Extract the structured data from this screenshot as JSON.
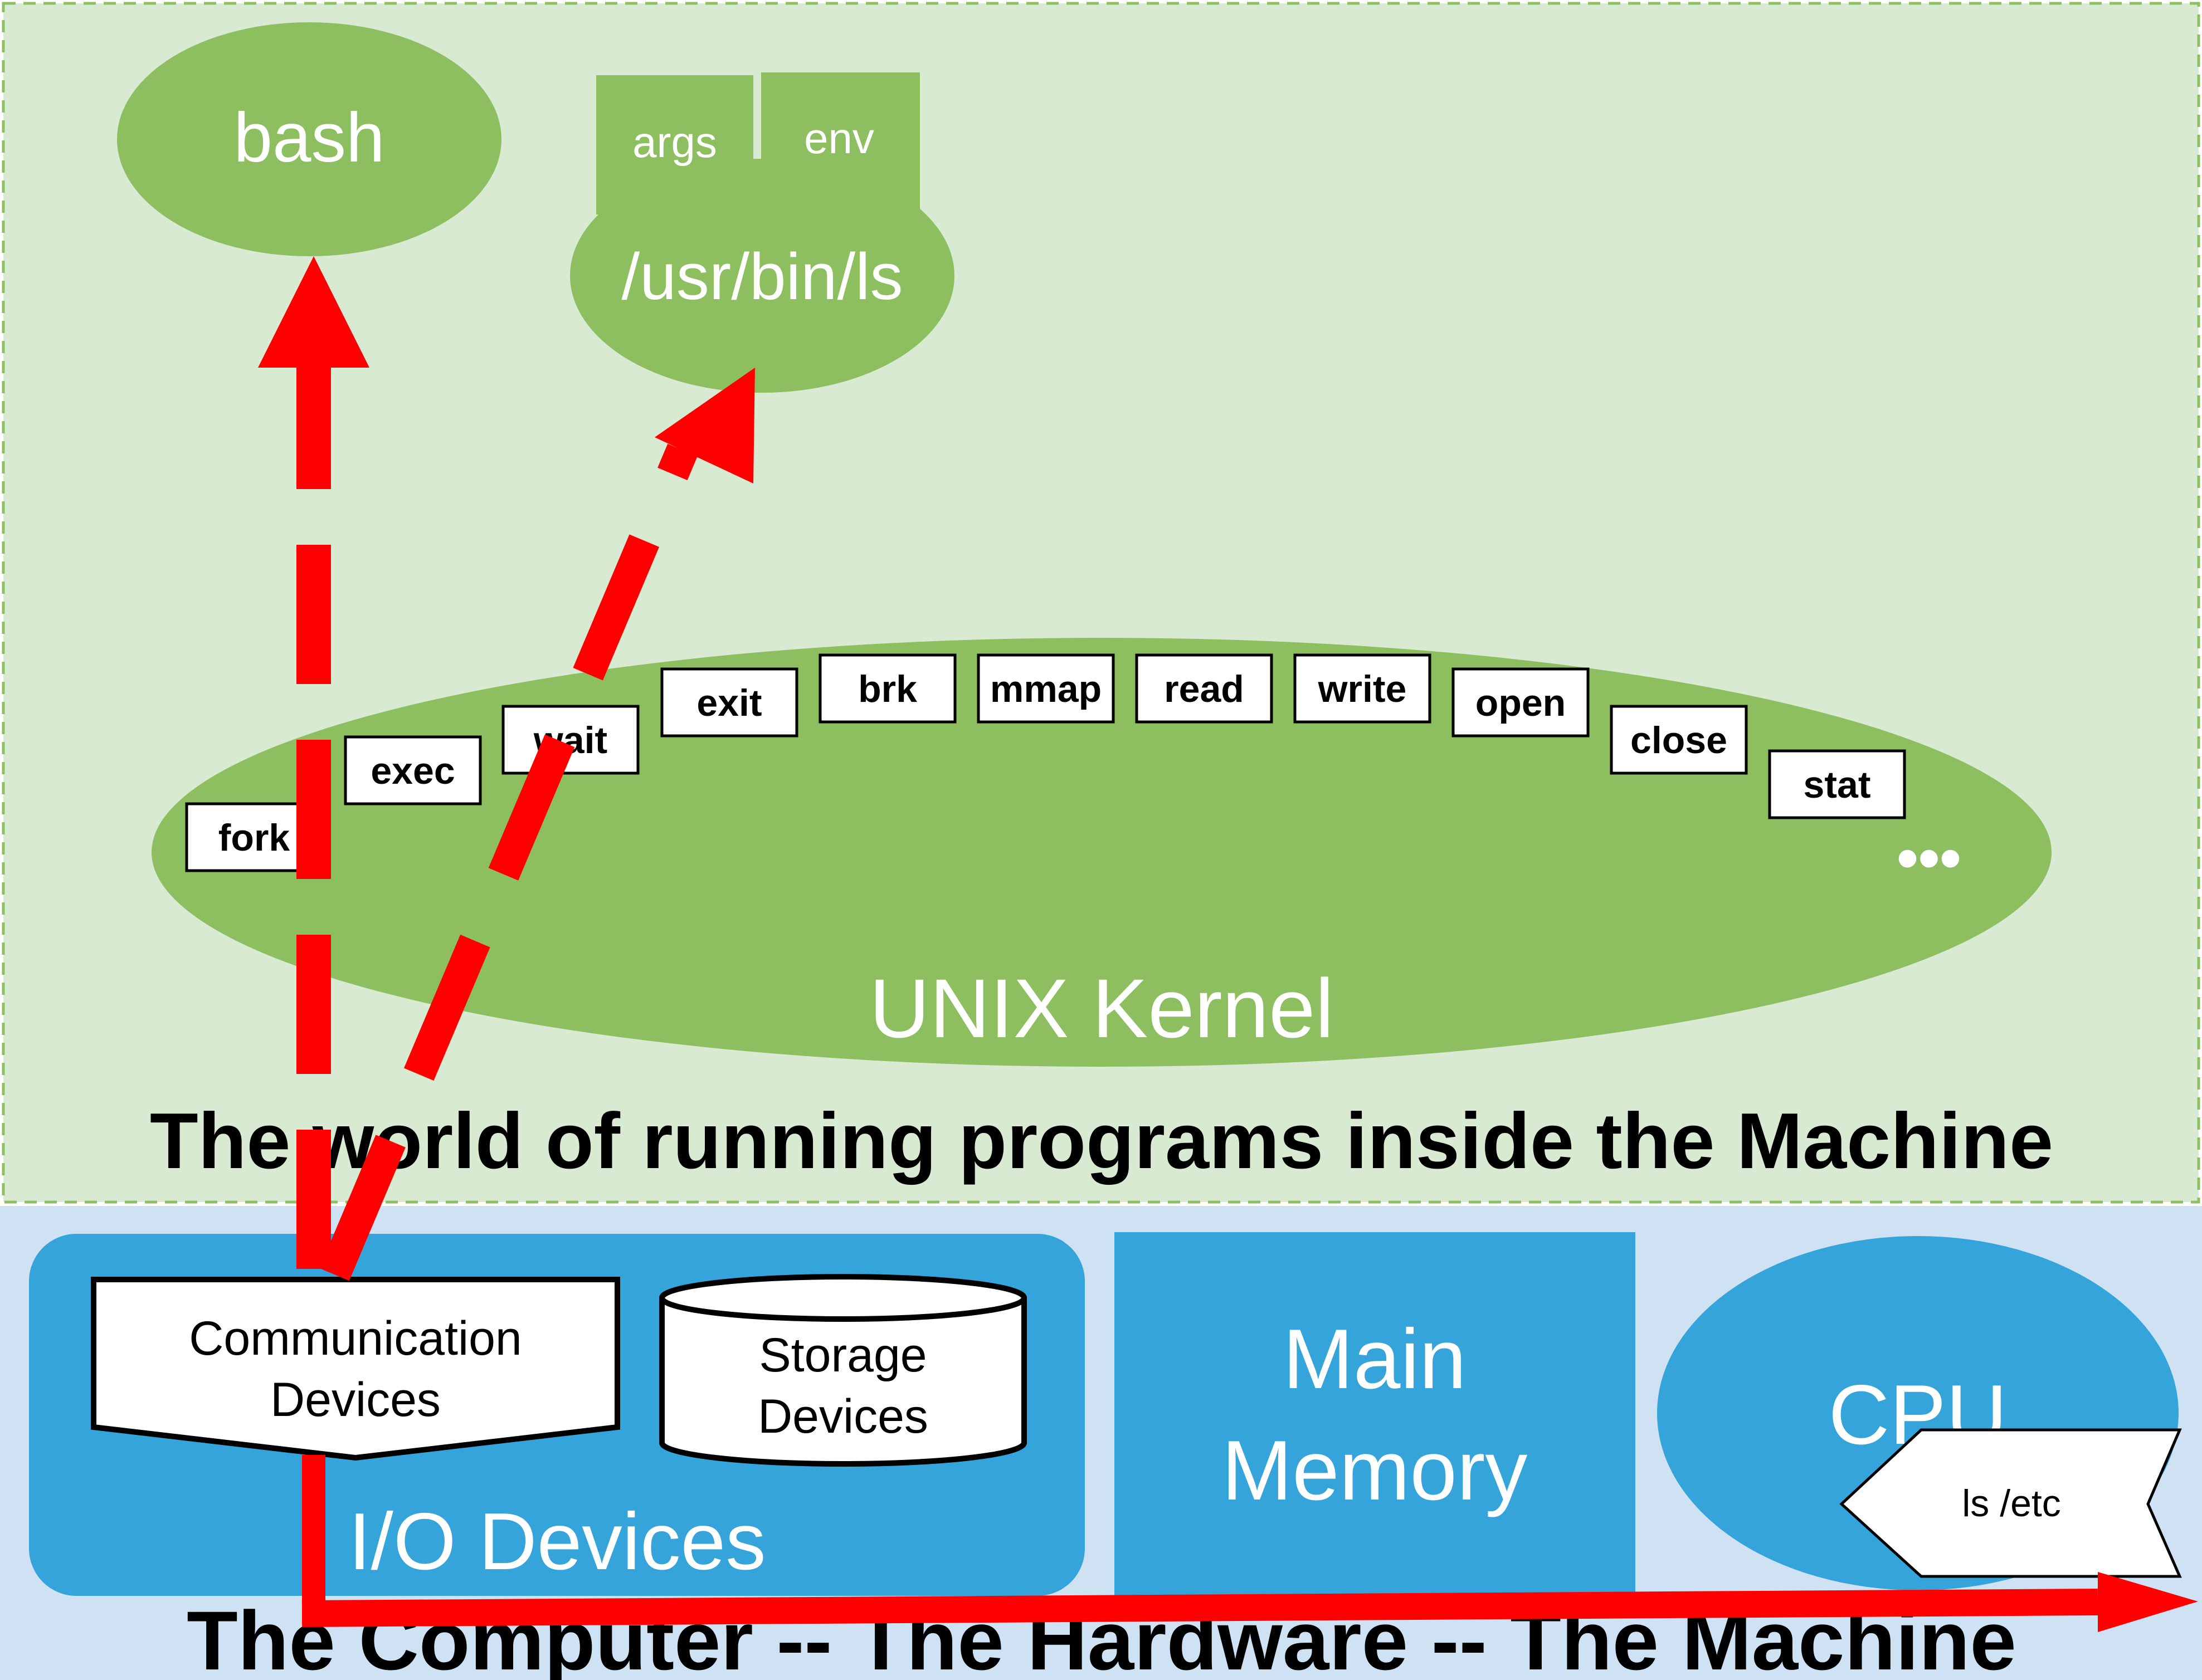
{
  "colors": {
    "software_bg": "#d9ead3",
    "software_border": "#8ebf63",
    "green": "#8dbf60",
    "hardware_bg": "#cfe2f3",
    "blue": "#35a4da",
    "arrow": "#ff0000",
    "black": "#000000",
    "white": "#ffffff"
  },
  "software": {
    "bash_label": "bash",
    "args_label": "args",
    "env_label": "env",
    "program_label": "/usr/bin/ls",
    "kernel_label": "UNIX Kernel",
    "ellipsis": "•••",
    "syscalls": [
      "fork",
      "exec",
      "wait",
      "exit",
      "brk",
      "mmap",
      "read",
      "write",
      "open",
      "close",
      "stat"
    ],
    "caption": "The world of running programs inside the Machine"
  },
  "hardware": {
    "communication_line1": "Communication",
    "communication_line2": "Devices",
    "storage_line1": "Storage",
    "storage_line2": "Devices",
    "io_label": "I/O Devices",
    "memory_line1": "Main",
    "memory_line2": "Memory",
    "cpu_label": "CPU",
    "command_label": "ls /etc",
    "caption": "The Computer -- The Hardware -- The Machine"
  }
}
